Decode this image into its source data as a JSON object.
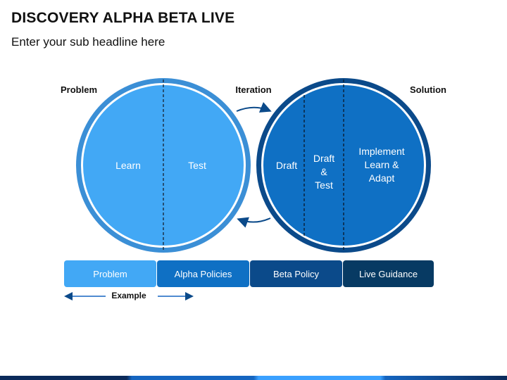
{
  "header": {
    "title": "DISCOVERY ALPHA BETA LIVE",
    "subtitle": "Enter your sub headline here"
  },
  "diagram": {
    "labels": {
      "problem": "Problem",
      "iteration": "Iteration",
      "solution": "Solution"
    },
    "left_circle": {
      "segments": [
        "Learn",
        "Test"
      ]
    },
    "right_circle": {
      "draft": "Draft",
      "draft_test": [
        "Draft",
        "&",
        "Test"
      ],
      "implement": [
        "Implement",
        "Learn &",
        "Adapt"
      ]
    }
  },
  "phases": [
    "Problem",
    "Alpha Policies",
    "Beta Policy",
    "Live Guidance"
  ],
  "example_label": "Example",
  "colors": {
    "light_blue": "#42a8f5",
    "light_ring": "#3b8fd6",
    "mid_blue": "#0f70c4",
    "dark_blue": "#0b4a8a",
    "navy": "#073a63",
    "arrow": "#0b4a8a"
  }
}
